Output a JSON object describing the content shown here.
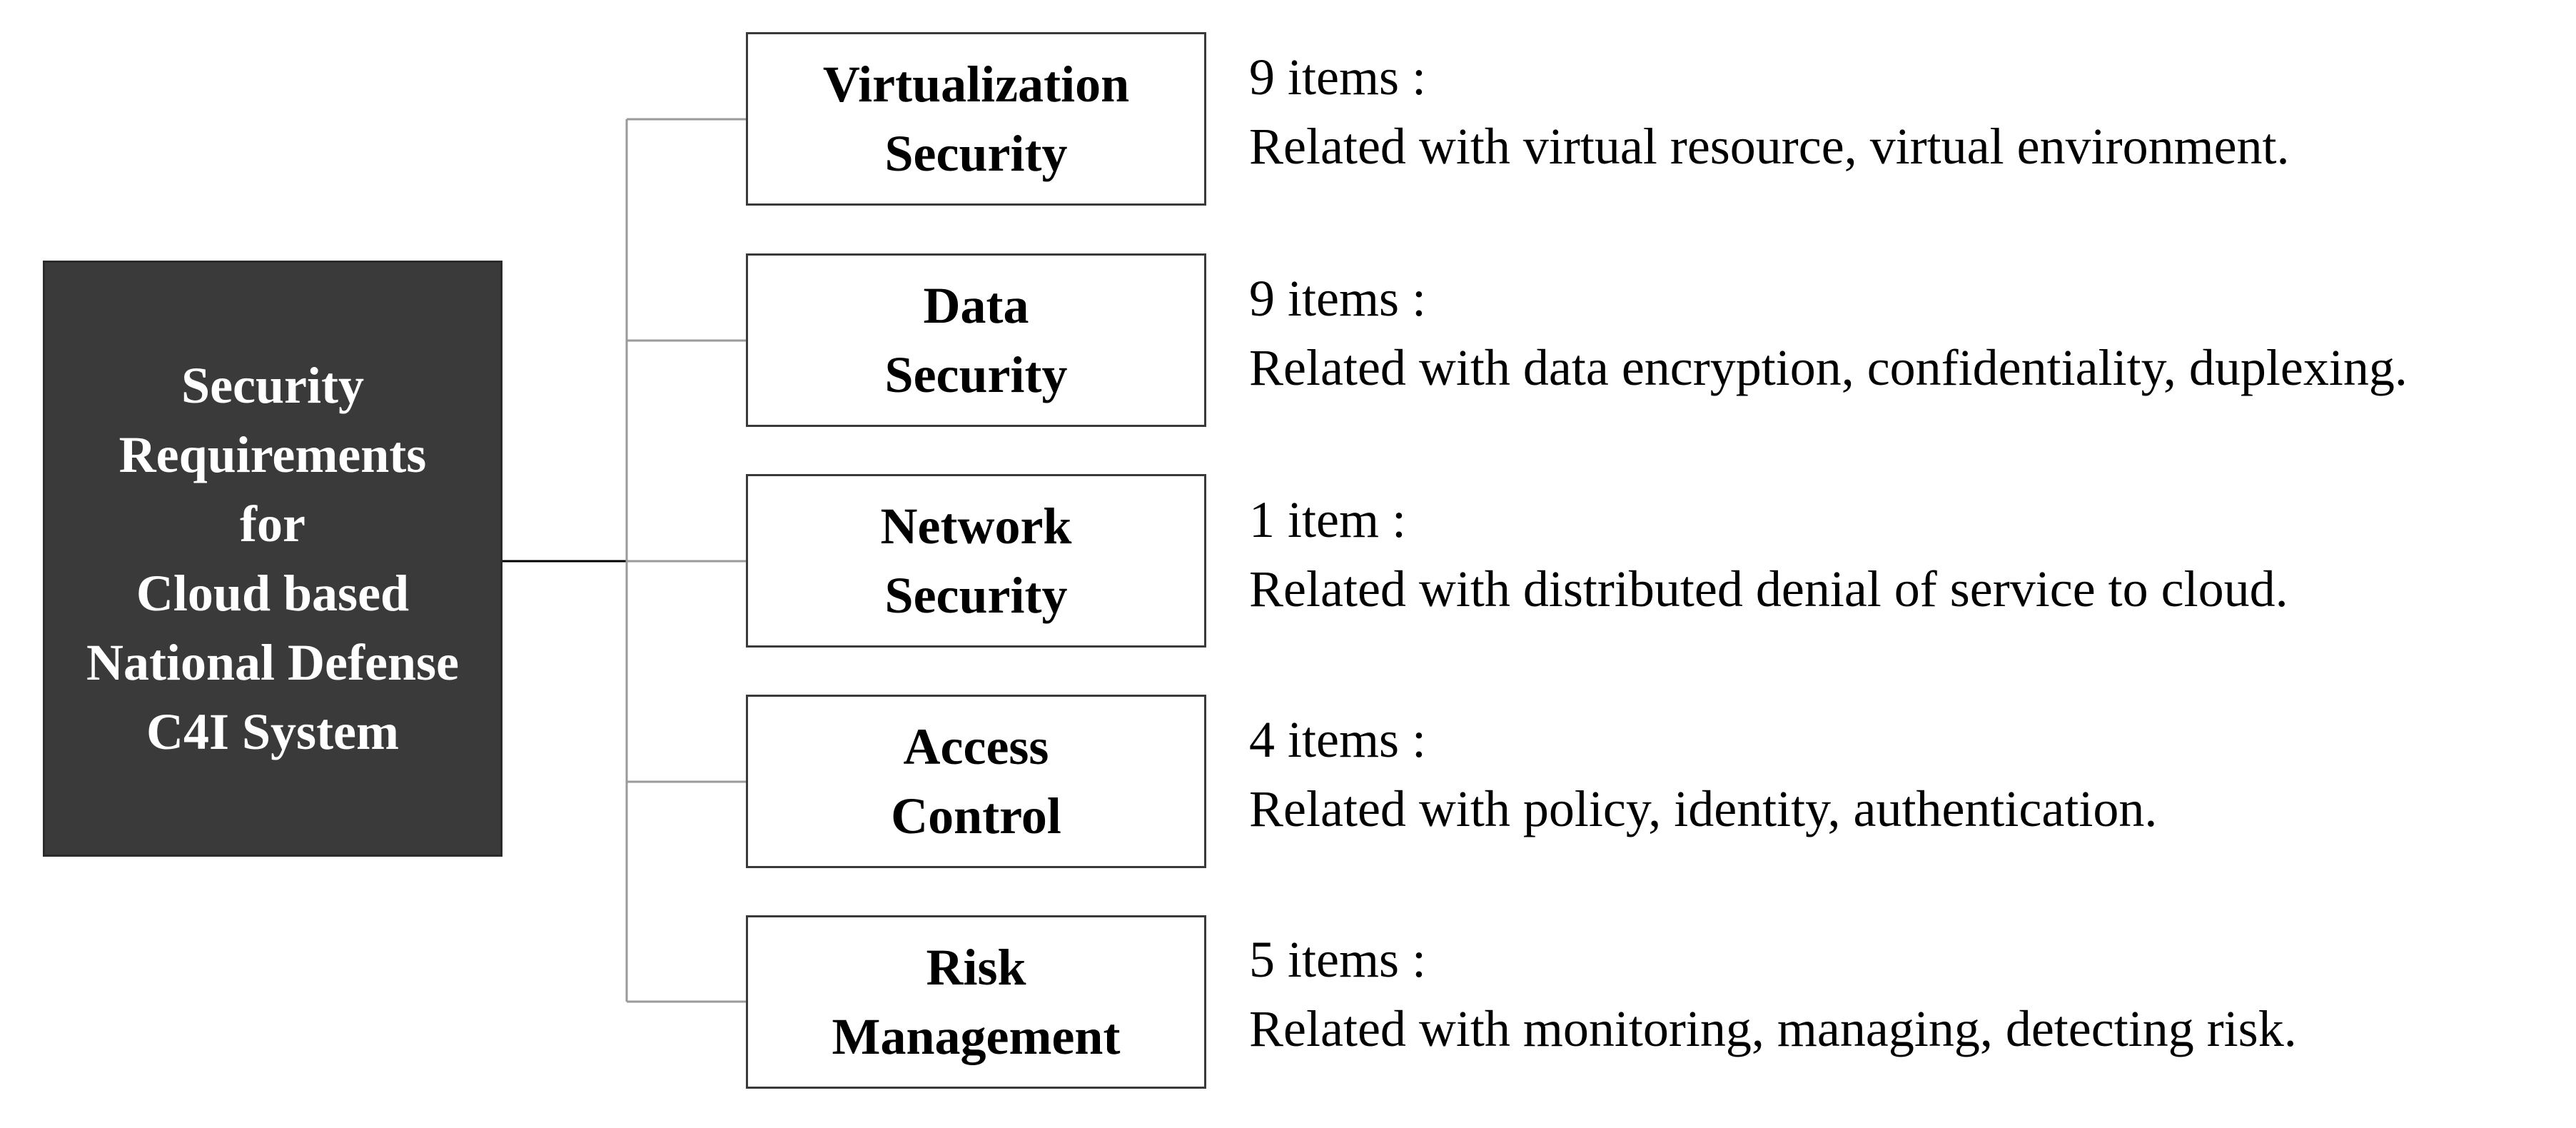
{
  "root": {
    "title_lines": [
      "Security",
      "Requirements",
      "for",
      "Cloud based",
      "National Defense",
      "C4I System"
    ]
  },
  "categories": [
    {
      "title_lines": [
        "Virtualization",
        "Security"
      ],
      "count": "9 items :",
      "description": "Related with virtual resource, virtual environment."
    },
    {
      "title_lines": [
        "Data",
        "Security"
      ],
      "count": "9 items :",
      "description": "Related with data encryption, confidentiality, duplexing."
    },
    {
      "title_lines": [
        "Network",
        "Security"
      ],
      "count": "1 item :",
      "description": "Related with distributed denial of service to cloud."
    },
    {
      "title_lines": [
        "Access",
        "Control"
      ],
      "count": "4 items :",
      "description": "Related with policy, identity, authentication."
    },
    {
      "title_lines": [
        "Risk",
        "Management"
      ],
      "count": "5 items :",
      "description": "Related with monitoring, managing, detecting risk."
    }
  ],
  "colors": {
    "root_fill": "#3a3a3a",
    "root_text": "#ffffff",
    "box_border": "#3a3a3a",
    "connector": "#9a9a9a",
    "root_connector": "#000000"
  }
}
